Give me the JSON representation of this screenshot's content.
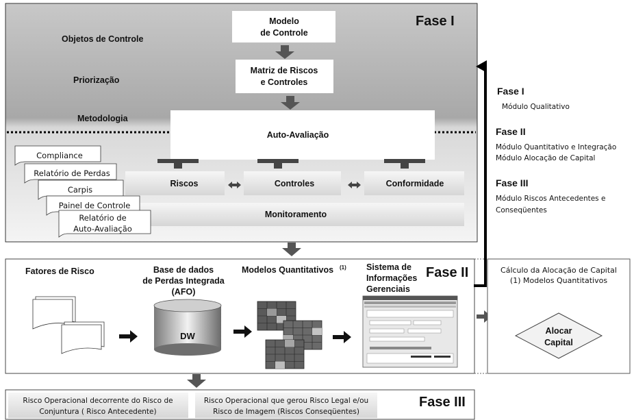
{
  "phase1": {
    "label": "Fase I",
    "row_labels": {
      "objects": "Objetos de Controle",
      "prioritization": "Priorização",
      "methodology": "Metodologia"
    },
    "model_box": [
      "Modelo",
      "de Controle"
    ],
    "matrix_box": [
      "Matriz de Riscos",
      "e Controles"
    ],
    "self_assessment": "Auto-Avaliação",
    "risks": "Riscos",
    "controls": "Controles",
    "compliance_box": "Conformidade",
    "monitoring": "Monitoramento",
    "documents": [
      "Compliance",
      "Relatório de Perdas",
      "Carpis",
      "Painel de Controle",
      "Relatório de",
      "Auto-Avaliação"
    ]
  },
  "phase2": {
    "label": "Fase II",
    "risk_factors": "Fatores de Risco",
    "database_title": [
      "Base de dados",
      "de Perdas Integrada",
      "(AFO)"
    ],
    "dw": "DW",
    "quant_models": "Modelos Quantitativos",
    "quant_models_sup": "(1)",
    "mis_title": [
      "Sistema de",
      "Informações",
      "Gerenciais"
    ]
  },
  "capital": {
    "title": "Cálculo da Alocação de Capital",
    "subtitle": "(1) Modelos Quantitativos",
    "diamond": [
      "Alocar",
      "Capital"
    ]
  },
  "phase3": {
    "label": "Fase III",
    "antecedent": [
      "Risco Operacional decorrente do Risco de",
      "Conjuntura ( Risco Antecedente)"
    ],
    "consequent": [
      "Risco Operacional que gerou Risco Legal e/ou",
      "Risco de Imagem (Riscos Conseqüentes)"
    ]
  },
  "legend": {
    "phase1_title": "Fase I",
    "phase1_desc": "Módulo Qualitativo",
    "phase2_title": "Fase II",
    "phase2_desc1": "Módulo Quantitativo e Integração",
    "phase2_desc2": "Módulo Alocação de Capital",
    "phase3_title": "Fase III",
    "phase3_desc1": "Módulo Riscos Antecedentes e",
    "phase3_desc2": "Conseqüentes"
  },
  "colors": {
    "panel_gray": "#b4b4b4",
    "arrow": "#555555",
    "box_white": "#ffffff"
  }
}
